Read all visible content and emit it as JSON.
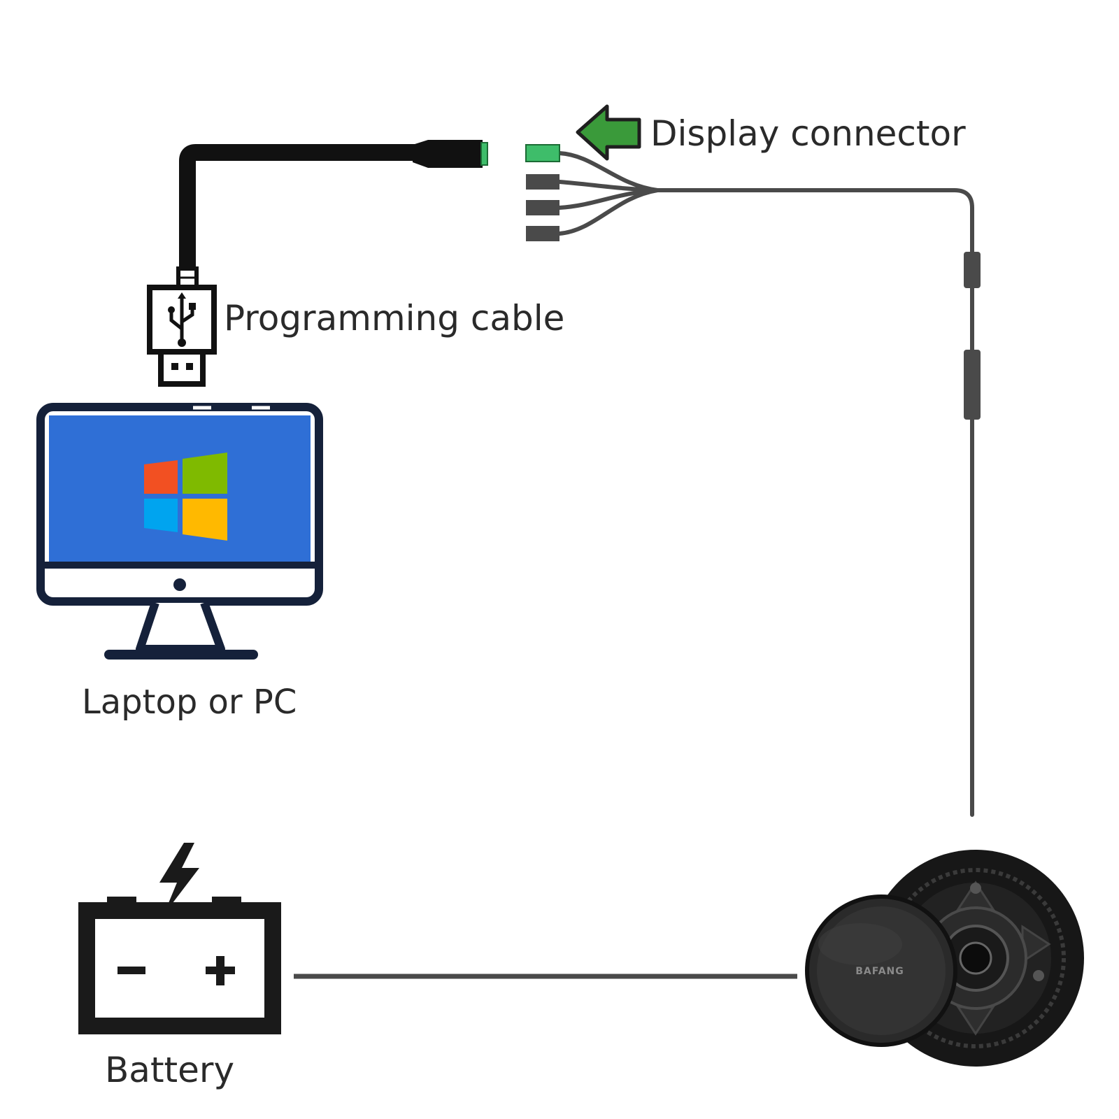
{
  "labels": {
    "display_connector": "Display connector",
    "programming_cable": "Programming cable",
    "computer": "Laptop or PC",
    "battery": "Battery",
    "motor_brand": "BAFANG"
  },
  "icons": {
    "computer": "monitor-icon",
    "os_logo": "windows-logo",
    "usb": "usb-icon",
    "battery": "battery-icon",
    "charge": "lightning-icon",
    "arrow": "arrow-left-icon",
    "motor": "mid-drive-motor"
  },
  "colors": {
    "screen": "#2f6fd6",
    "outline": "#15213a",
    "connector_green": "#3ebd6a",
    "arrow_green": "#3a9a3a",
    "cable_gray": "#4a4a4a",
    "cable_black": "#111111",
    "win_red": "#f25022",
    "win_green": "#7fba00",
    "win_blue": "#00a4ef",
    "win_yellow": "#ffb900"
  }
}
